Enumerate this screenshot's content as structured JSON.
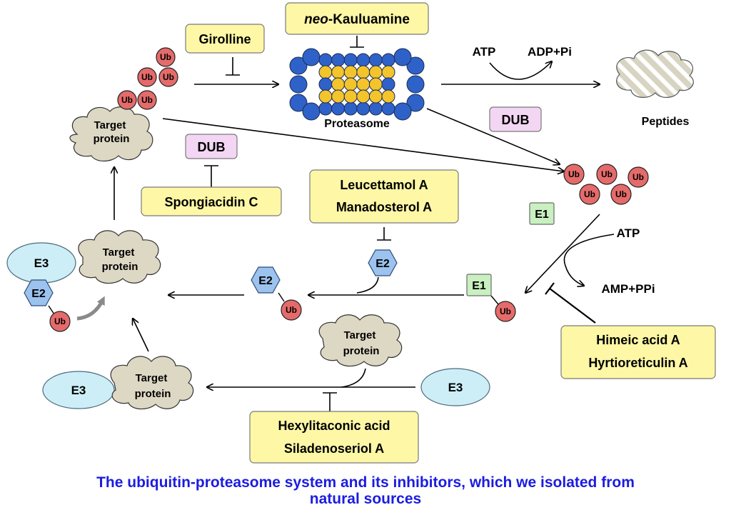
{
  "inhibitors": {
    "girolline": "Girolline",
    "neo_prefix": "neo",
    "neo_suffix": "-Kauluamine",
    "spongiacidin": "Spongiacidin C",
    "leucettamol": "Leucettamol A",
    "manadosterol": "Manadosterol A",
    "himeic": "Himeic acid A",
    "hyrtioreticulin": "Hyrtioreticulin A",
    "hexylitaconic": "Hexylitaconic acid",
    "siladenoseriol": "Siladenoseriol A"
  },
  "labels": {
    "proteasome": "Proteasome",
    "peptides": "Peptides",
    "atp": "ATP",
    "adp_pi": "ADP+Pi",
    "amp_ppi": "AMP+PPi",
    "dub": "DUB",
    "target": "Target",
    "protein": "protein",
    "e1": "E1",
    "e2": "E2",
    "e3": "E3",
    "ub": "Ub"
  },
  "caption": {
    "line1": "The ubiquitin-proteasome system and its inhibitors, which we isolated from",
    "line2": "natural sources"
  },
  "colors": {
    "inhibitor_box": "#fdf7a6",
    "dub_box": "#f3d6f3",
    "e1_box": "#c9f0c0",
    "ubiquitin": "#e56b6b",
    "e2": "#9cc2ee",
    "e3": "#cdeef7",
    "cloud": "#ddd8c4",
    "proteasome_outer": "#2f62c8",
    "proteasome_inner": "#f3c42b",
    "caption": "#1c1ce0"
  }
}
